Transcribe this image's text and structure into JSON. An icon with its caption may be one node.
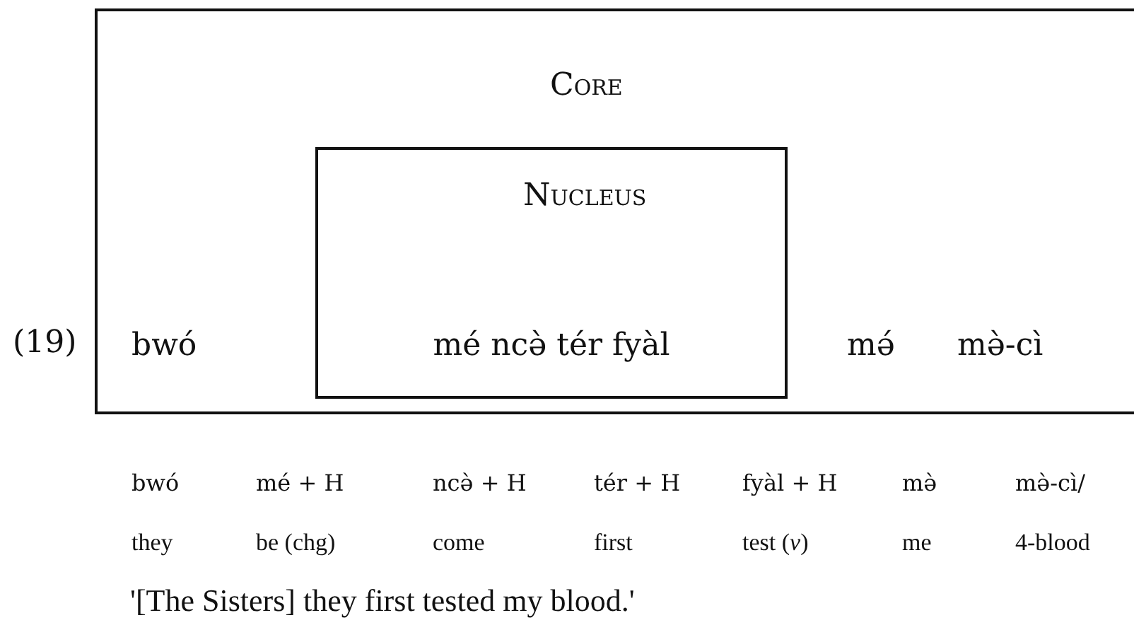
{
  "diagram": {
    "nodes": [
      {
        "text": [
          "Core",
          "bwó",
          "mə́",
          "mə̀-cì"
        ]
      },
      {
        "text": [
          "Nucleus",
          "mé ncə̀ tér fyàl"
        ],
        "in": 0
      }
    ],
    "labels": [
      "(19)",
      "bwó",
      "mé + H",
      "ncə̀ + H",
      "tér + H",
      "fyàl + H",
      "mə̀",
      "mə̀-cì/",
      "they",
      "be (chg)",
      "come",
      "first",
      "test (*v*)",
      "me",
      "4-blood",
      "'[The Sisters] they first tested my blood.'"
    ]
  }
}
